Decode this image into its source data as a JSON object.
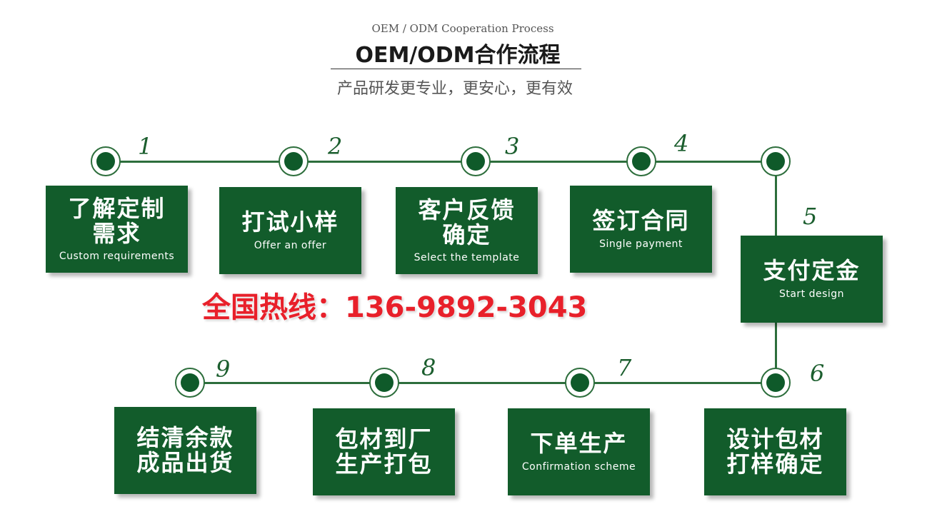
{
  "header": {
    "subtitle_en": "OEM / ODM Cooperation Process",
    "title": "OEM/ODM合作流程",
    "tagline": "产品研发更专业，更安心，更有效"
  },
  "hotline": "全国热线：136-9892-3043",
  "colors": {
    "card_green": "#125c2b",
    "line_green": "#2d6e3c",
    "hotline_red": "#e8202a"
  },
  "steps": [
    {
      "number": "1",
      "cn": "了解定制\n需求",
      "en": "Custom requirements"
    },
    {
      "number": "2",
      "cn": "打试小样",
      "en": "Offer an offer"
    },
    {
      "number": "3",
      "cn": "客户反馈\n确定",
      "en": "Select the template"
    },
    {
      "number": "4",
      "cn": "签订合同",
      "en": "Single payment"
    },
    {
      "number": "5",
      "cn": "支付定金",
      "en": "Start design"
    },
    {
      "number": "6",
      "cn": "设计包材\n打样确定",
      "en": ""
    },
    {
      "number": "7",
      "cn": "下单生产",
      "en": "Confirmation scheme"
    },
    {
      "number": "8",
      "cn": "包材到厂\n生产打包",
      "en": ""
    },
    {
      "number": "9",
      "cn": "结清余款\n成品出货",
      "en": ""
    }
  ]
}
